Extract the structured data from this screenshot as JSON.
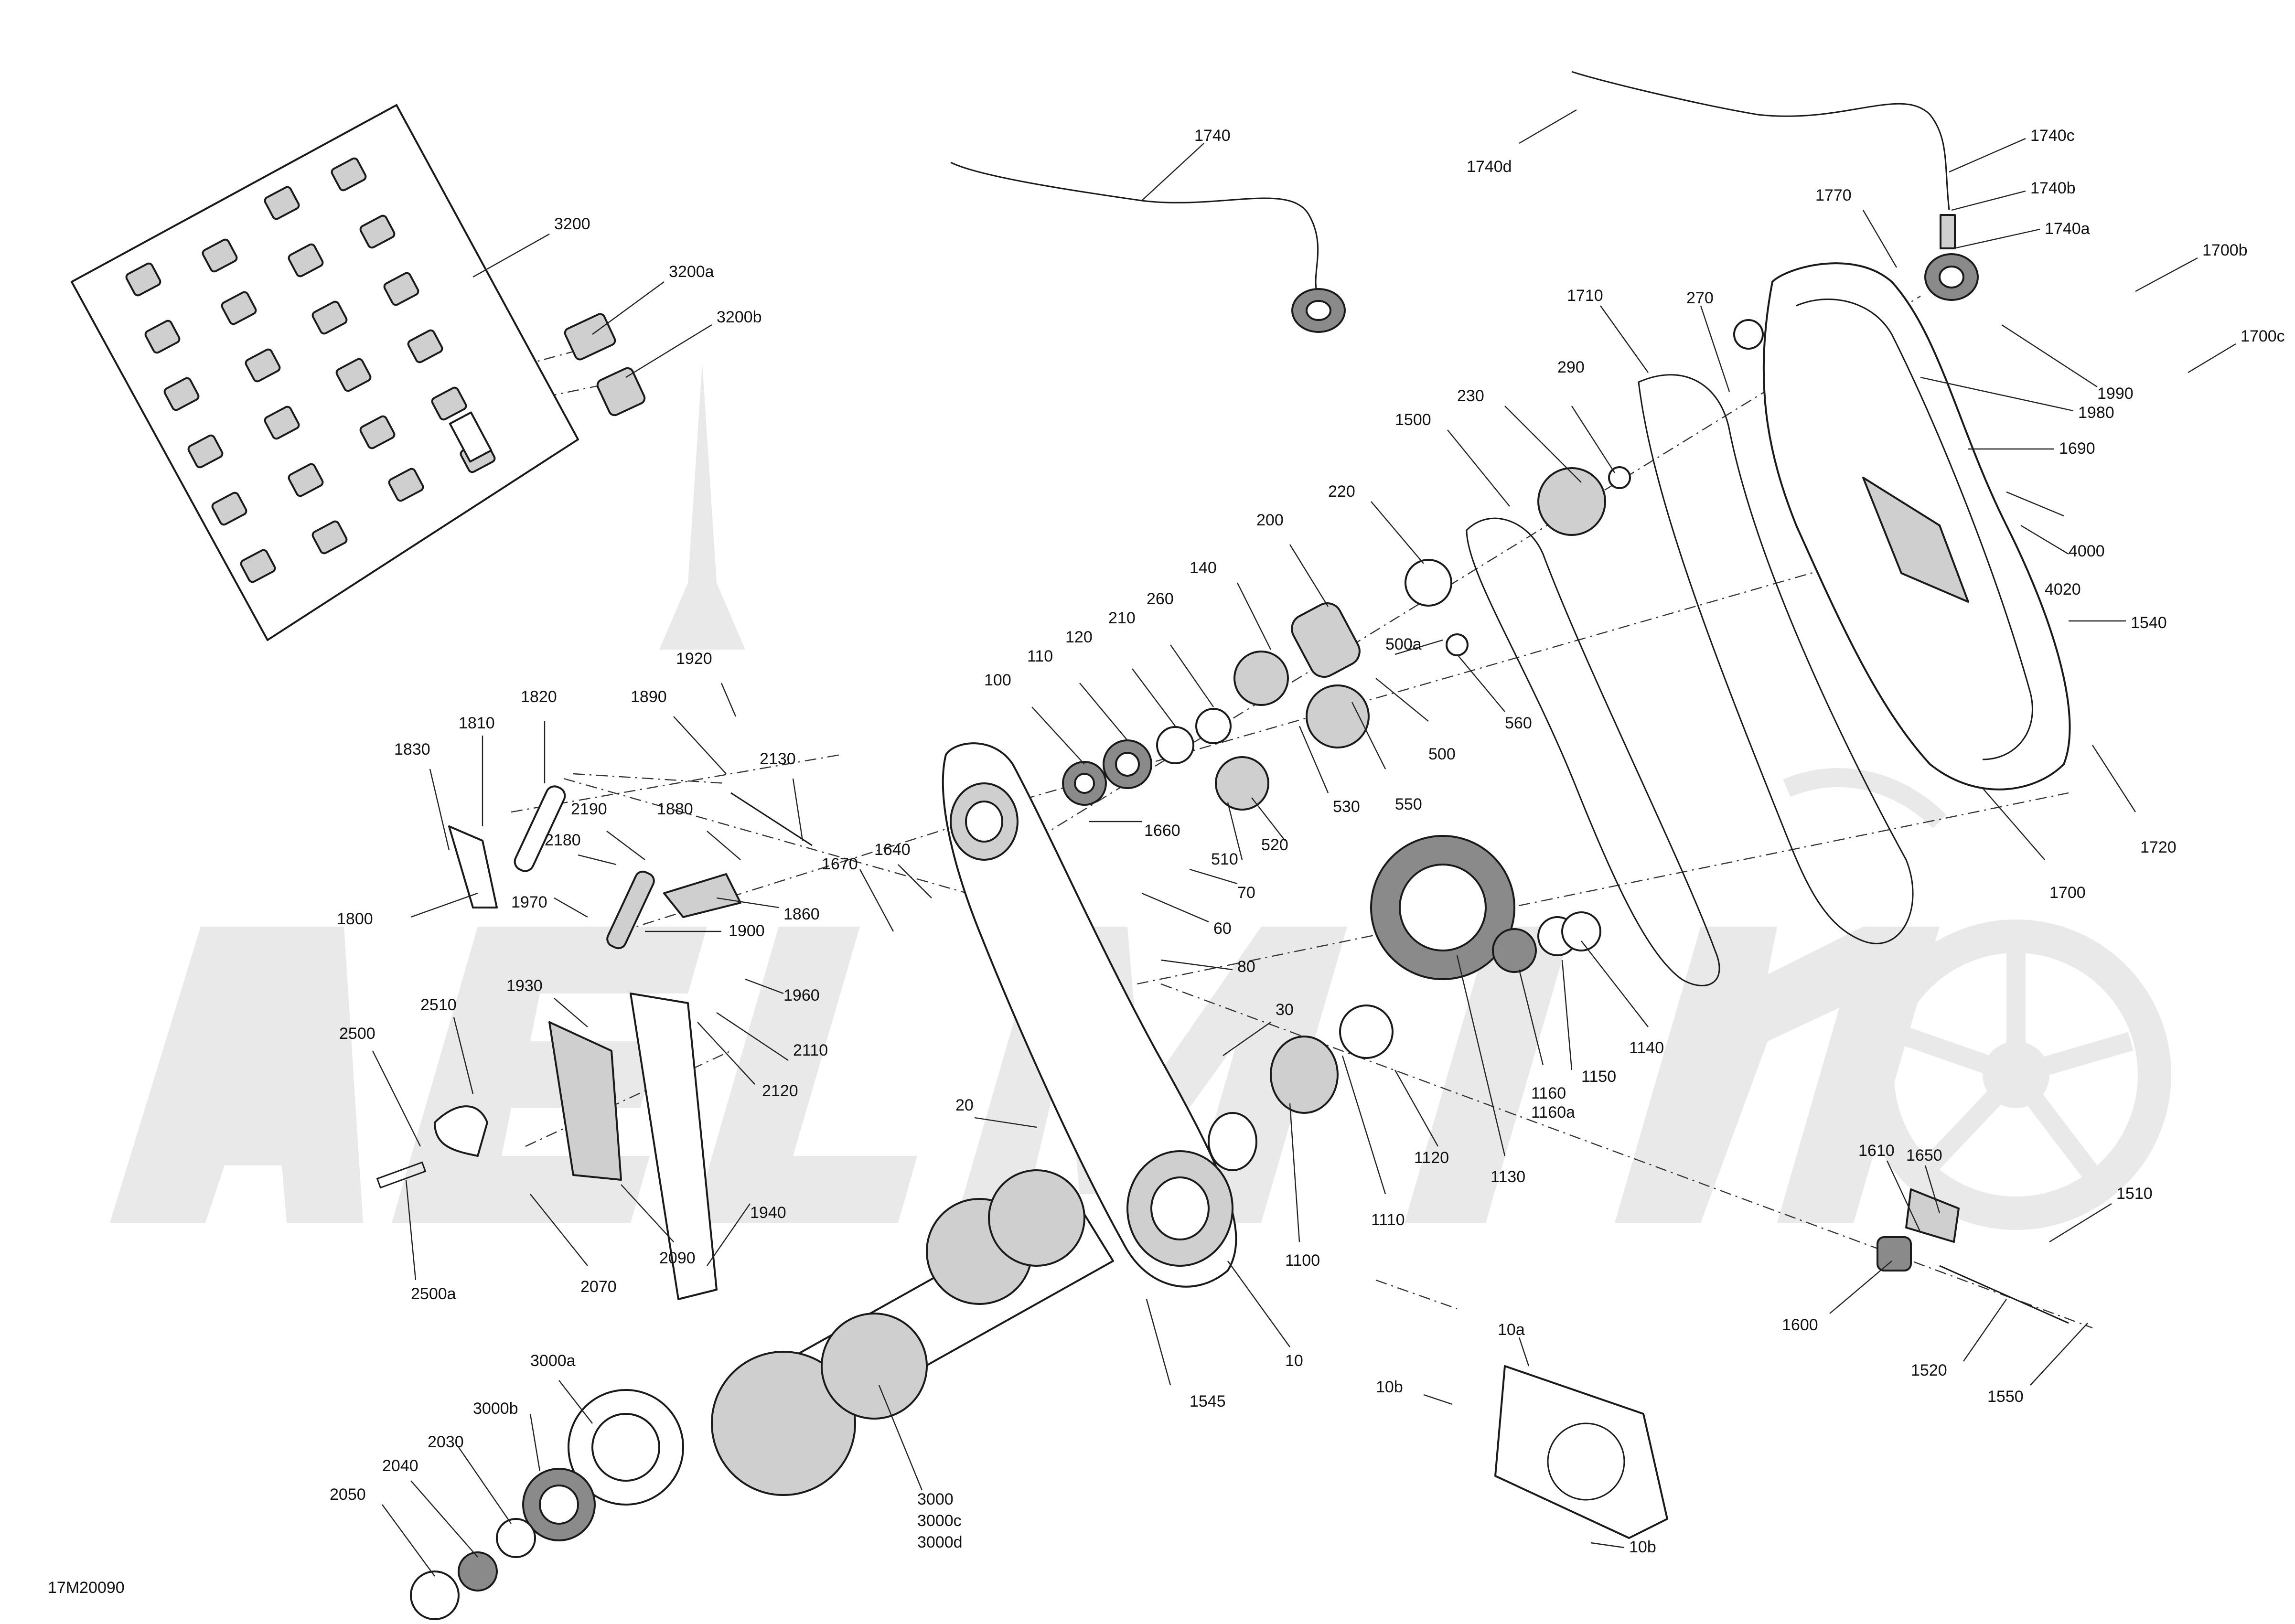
{
  "diagram": {
    "figure_code": "17M20090",
    "callouts": [
      {
        "id": "c1740",
        "label": "1740"
      },
      {
        "id": "c1740d",
        "label": "1740d"
      },
      {
        "id": "c1740c",
        "label": "1740c"
      },
      {
        "id": "c1740b",
        "label": "1740b"
      },
      {
        "id": "c1740a",
        "label": "1740a"
      },
      {
        "id": "c1770",
        "label": "1770"
      },
      {
        "id": "c1700b",
        "label": "1700b"
      },
      {
        "id": "c1700c",
        "label": "1700c"
      },
      {
        "id": "c1710",
        "label": "1710"
      },
      {
        "id": "c270",
        "label": "270"
      },
      {
        "id": "c1990",
        "label": "1990"
      },
      {
        "id": "c1980",
        "label": "1980"
      },
      {
        "id": "c3200",
        "label": "3200"
      },
      {
        "id": "c3200a",
        "label": "3200a"
      },
      {
        "id": "c3200b",
        "label": "3200b"
      },
      {
        "id": "c290",
        "label": "290"
      },
      {
        "id": "c230",
        "label": "230"
      },
      {
        "id": "c1500",
        "label": "1500"
      },
      {
        "id": "c1690",
        "label": "1690"
      },
      {
        "id": "c220",
        "label": "220"
      },
      {
        "id": "c4000",
        "label": "4000"
      },
      {
        "id": "c200",
        "label": "200"
      },
      {
        "id": "c4020",
        "label": "4020"
      },
      {
        "id": "c140",
        "label": "140"
      },
      {
        "id": "c260",
        "label": "260"
      },
      {
        "id": "c1540",
        "label": "1540"
      },
      {
        "id": "c500a",
        "label": "500a"
      },
      {
        "id": "c210",
        "label": "210"
      },
      {
        "id": "c120",
        "label": "120"
      },
      {
        "id": "c110",
        "label": "110"
      },
      {
        "id": "c100",
        "label": "100"
      },
      {
        "id": "c560",
        "label": "560"
      },
      {
        "id": "c1920",
        "label": "1920"
      },
      {
        "id": "c500",
        "label": "500"
      },
      {
        "id": "c1820",
        "label": "1820"
      },
      {
        "id": "c1890",
        "label": "1890"
      },
      {
        "id": "c1810",
        "label": "1810"
      },
      {
        "id": "c530",
        "label": "530"
      },
      {
        "id": "c550",
        "label": "550"
      },
      {
        "id": "c2130",
        "label": "2130"
      },
      {
        "id": "c1830",
        "label": "1830"
      },
      {
        "id": "c1720",
        "label": "1720"
      },
      {
        "id": "c2190",
        "label": "2190"
      },
      {
        "id": "c1880",
        "label": "1880"
      },
      {
        "id": "c1660",
        "label": "1660"
      },
      {
        "id": "c520",
        "label": "520"
      },
      {
        "id": "c2180",
        "label": "2180"
      },
      {
        "id": "c510",
        "label": "510"
      },
      {
        "id": "c1640",
        "label": "1640"
      },
      {
        "id": "c1670",
        "label": "1670"
      },
      {
        "id": "c70",
        "label": "70"
      },
      {
        "id": "c1700",
        "label": "1700"
      },
      {
        "id": "c1860",
        "label": "1860"
      },
      {
        "id": "c1800",
        "label": "1800"
      },
      {
        "id": "c1970",
        "label": "1970"
      },
      {
        "id": "c60",
        "label": "60"
      },
      {
        "id": "c1900",
        "label": "1900"
      },
      {
        "id": "c1140",
        "label": "1140"
      },
      {
        "id": "c80",
        "label": "80"
      },
      {
        "id": "c1930",
        "label": "1930"
      },
      {
        "id": "c1960",
        "label": "1960"
      },
      {
        "id": "c2510",
        "label": "2510"
      },
      {
        "id": "c30",
        "label": "30"
      },
      {
        "id": "c2110",
        "label": "2110"
      },
      {
        "id": "c1160",
        "label": "1160"
      },
      {
        "id": "c1160a",
        "label": "1160a"
      },
      {
        "id": "c1150",
        "label": "1150"
      },
      {
        "id": "c2500",
        "label": "2500"
      },
      {
        "id": "c2120",
        "label": "2120"
      },
      {
        "id": "c1650",
        "label": "1650"
      },
      {
        "id": "c1610",
        "label": "1610"
      },
      {
        "id": "c1510",
        "label": "1510"
      },
      {
        "id": "c1120",
        "label": "1120"
      },
      {
        "id": "c1130",
        "label": "1130"
      },
      {
        "id": "c20",
        "label": "20"
      },
      {
        "id": "c1110",
        "label": "1110"
      },
      {
        "id": "c1940",
        "label": "1940"
      },
      {
        "id": "c1100",
        "label": "1100"
      },
      {
        "id": "c2500a",
        "label": "2500a"
      },
      {
        "id": "c2090",
        "label": "2090"
      },
      {
        "id": "c2070",
        "label": "2070"
      },
      {
        "id": "c1600",
        "label": "1600"
      },
      {
        "id": "c10",
        "label": "10"
      },
      {
        "id": "c10a",
        "label": "10a"
      },
      {
        "id": "c1520",
        "label": "1520"
      },
      {
        "id": "c3000a",
        "label": "3000a"
      },
      {
        "id": "c1545",
        "label": "1545"
      },
      {
        "id": "c10b_top",
        "label": "10b"
      },
      {
        "id": "c1550",
        "label": "1550"
      },
      {
        "id": "c3000b",
        "label": "3000b"
      },
      {
        "id": "c2030",
        "label": "2030"
      },
      {
        "id": "c2040",
        "label": "2040"
      },
      {
        "id": "c2050",
        "label": "2050"
      },
      {
        "id": "c10b_bot",
        "label": "10b"
      },
      {
        "id": "c3000",
        "label": "3000"
      },
      {
        "id": "c3000c",
        "label": "3000c"
      },
      {
        "id": "c3000d",
        "label": "3000d"
      }
    ]
  }
}
